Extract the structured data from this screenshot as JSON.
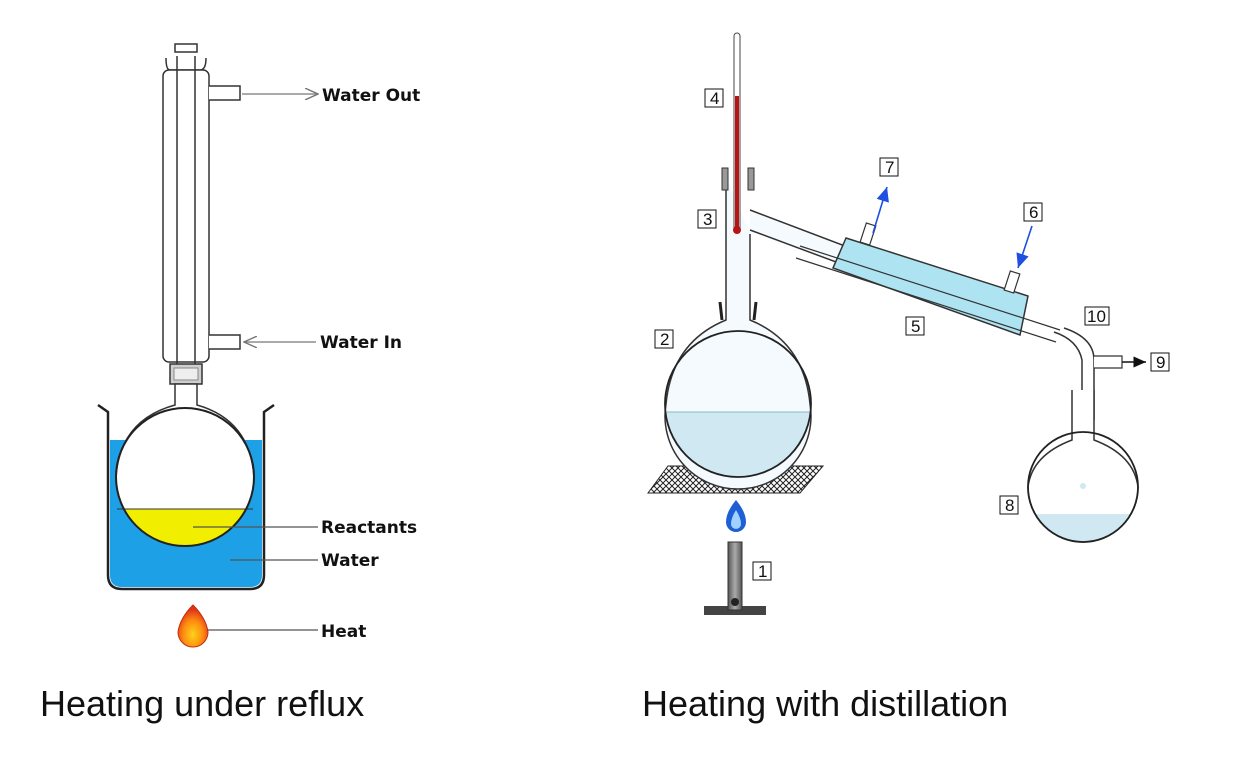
{
  "reflux": {
    "labels": {
      "water_out": "Water Out",
      "water_in": "Water In",
      "reactants": "Reactants",
      "water": "Water",
      "heat": "Heat"
    },
    "caption": "Heating under reflux"
  },
  "distillation": {
    "numbers": {
      "n1": "1",
      "n2": "2",
      "n3": "3",
      "n4": "4",
      "n5": "5",
      "n6": "6",
      "n7": "7",
      "n8": "8",
      "n9": "9",
      "n10": "10"
    },
    "caption": "Heating with distillation"
  },
  "colors": {
    "bath_water": "#1ea0e6",
    "reactants": "#f2ee00",
    "liquid": "#cfe8f2",
    "condenser_jacket": "#aee3f2",
    "thermometer": "#b81414",
    "flame": "#1e5fd6",
    "arrow_blue": "#1f4fe0"
  }
}
